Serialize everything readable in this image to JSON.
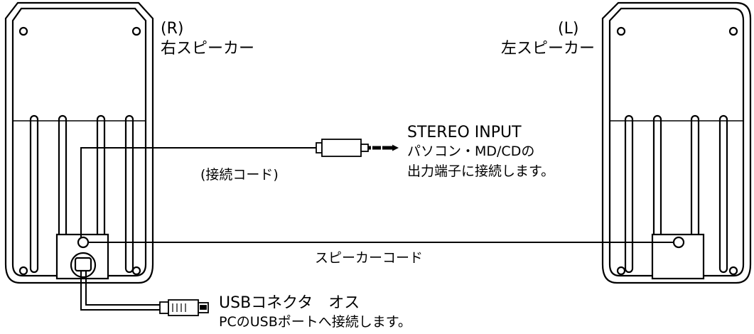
{
  "right_speaker": {
    "tag": "(R)",
    "name": "右スピーカー"
  },
  "left_speaker": {
    "tag": "(L)",
    "name": "左スピーカー"
  },
  "stereo_input": {
    "title": "STEREO INPUT",
    "line1": "パソコン・MD/CDの",
    "line2": "出力端子に接続します。"
  },
  "connection_cord": "(接続コード)",
  "speaker_cord": "スピーカーコード",
  "usb": {
    "title": "USBコネクタ　オス",
    "desc": "PCのUSBポートへ接続します。"
  }
}
